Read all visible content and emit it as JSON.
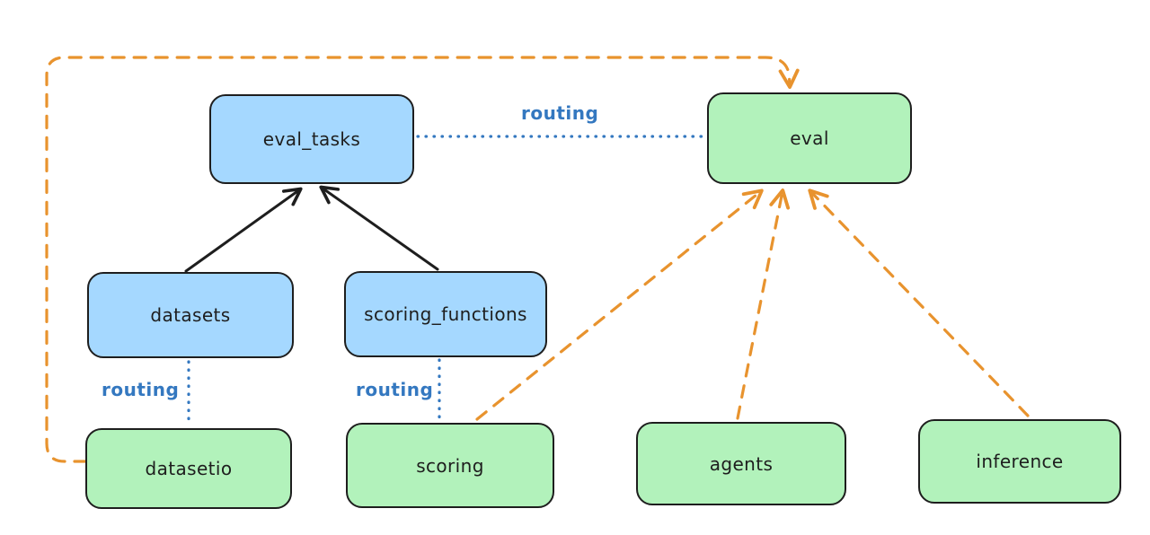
{
  "diagram": {
    "type": "architecture-diagram",
    "routing_label": "routing",
    "nodes": [
      {
        "id": "eval_tasks",
        "label": "eval_tasks",
        "kind": "resource",
        "fill": "#a5d8ff"
      },
      {
        "id": "eval",
        "label": "eval",
        "kind": "api",
        "fill": "#b2f2bb"
      },
      {
        "id": "datasets",
        "label": "datasets",
        "kind": "resource",
        "fill": "#a5d8ff"
      },
      {
        "id": "scoring_functions",
        "label": "scoring_functions",
        "kind": "resource",
        "fill": "#a5d8ff"
      },
      {
        "id": "datasetio",
        "label": "datasetio",
        "kind": "api",
        "fill": "#b2f2bb"
      },
      {
        "id": "scoring",
        "label": "scoring",
        "kind": "api",
        "fill": "#b2f2bb"
      },
      {
        "id": "agents",
        "label": "agents",
        "kind": "api",
        "fill": "#b2f2bb"
      },
      {
        "id": "inference",
        "label": "inference",
        "kind": "api",
        "fill": "#b2f2bb"
      }
    ],
    "edges": [
      {
        "from": "datasets",
        "to": "eval_tasks",
        "style": "solid-black-arrow",
        "label": ""
      },
      {
        "from": "scoring_functions",
        "to": "eval_tasks",
        "style": "solid-black-arrow",
        "label": ""
      },
      {
        "from": "eval_tasks",
        "to": "eval",
        "style": "dotted-blue",
        "label": "routing"
      },
      {
        "from": "datasets",
        "to": "datasetio",
        "style": "dotted-blue",
        "label": "routing"
      },
      {
        "from": "scoring_functions",
        "to": "scoring",
        "style": "dotted-blue",
        "label": "routing"
      },
      {
        "from": "datasetio",
        "to": "eval",
        "style": "dashed-orange-arrow",
        "label": ""
      },
      {
        "from": "scoring",
        "to": "eval",
        "style": "dashed-orange-arrow",
        "label": ""
      },
      {
        "from": "agents",
        "to": "eval",
        "style": "dashed-orange-arrow",
        "label": ""
      },
      {
        "from": "inference",
        "to": "eval",
        "style": "dashed-orange-arrow",
        "label": ""
      }
    ],
    "colors": {
      "blue_box_fill": "#a5d8ff",
      "green_box_fill": "#b2f2bb",
      "box_stroke": "#1e1e1e",
      "black_arrow": "#1e1e1e",
      "orange_dashed": "#e8932e",
      "routing_blue": "#3478c0",
      "background": "#ffffff"
    }
  }
}
